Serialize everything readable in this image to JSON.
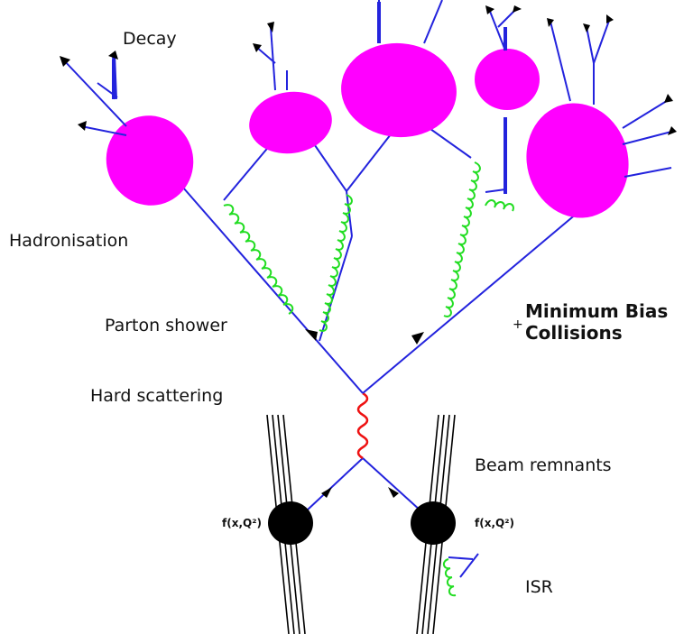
{
  "labels": {
    "decay": "Decay",
    "hadronisation": "Hadronisation",
    "parton_shower": "Parton shower",
    "hard_scattering": "Hard scattering",
    "beam_remnants": "Beam remnants",
    "min_bias_plus": "+",
    "min_bias_line1": "Minimum Bias",
    "min_bias_line2": "Collisions",
    "pdf_left": "f(x,Q²)",
    "pdf_right": "f(x,Q²)",
    "isr": "ISR"
  },
  "colors": {
    "hadron": "#ff00ff",
    "parton": "#2323dd",
    "gluon": "#22dd22",
    "boson": "#ee1111",
    "beam": "#000000"
  }
}
